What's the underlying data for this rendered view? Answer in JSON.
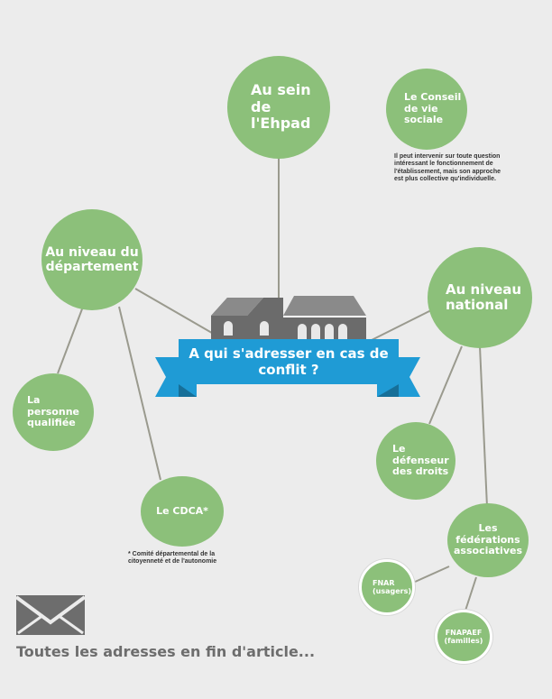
{
  "diagram": {
    "center_label": "A qui s'adresser en cas de\nconflit ?",
    "nodes": {
      "ehpad": "Au sein\nde\nl'Ehpad",
      "conseil": "Le Conseil\nde vie\nsociale",
      "departement": "Au niveau du\ndépartement",
      "national": "Au niveau\nnational",
      "personne": "La\npersonne\nqualifiée",
      "cdca": "Le CDCA*",
      "defenseur": "Le\ndéfenseur\ndes droits",
      "federations": "Les\nfédérations\nassociatives",
      "fnar": "FNAR\n(usagers)",
      "fnapaef": "FNAPAEF\n(familles)"
    },
    "notes": {
      "conseil": "Il peut intervenir sur toute question\nintéressant le fonctionnement de\nl'établissement, mais son approche\nest plus collective qu'individuelle.",
      "cdca": "* Comité départemental de la\ncitoyenneté et de l'autonomie"
    },
    "colors": {
      "background": "#ececec",
      "node": "#8cc07a",
      "banner": "#1f9bd5",
      "banner_dark": "#166f98",
      "line": "#9a9a8e",
      "building": "#6b6b6b"
    }
  },
  "footer": {
    "icon": "envelope-icon",
    "text": "Toutes les adresses en fin d'article..."
  }
}
